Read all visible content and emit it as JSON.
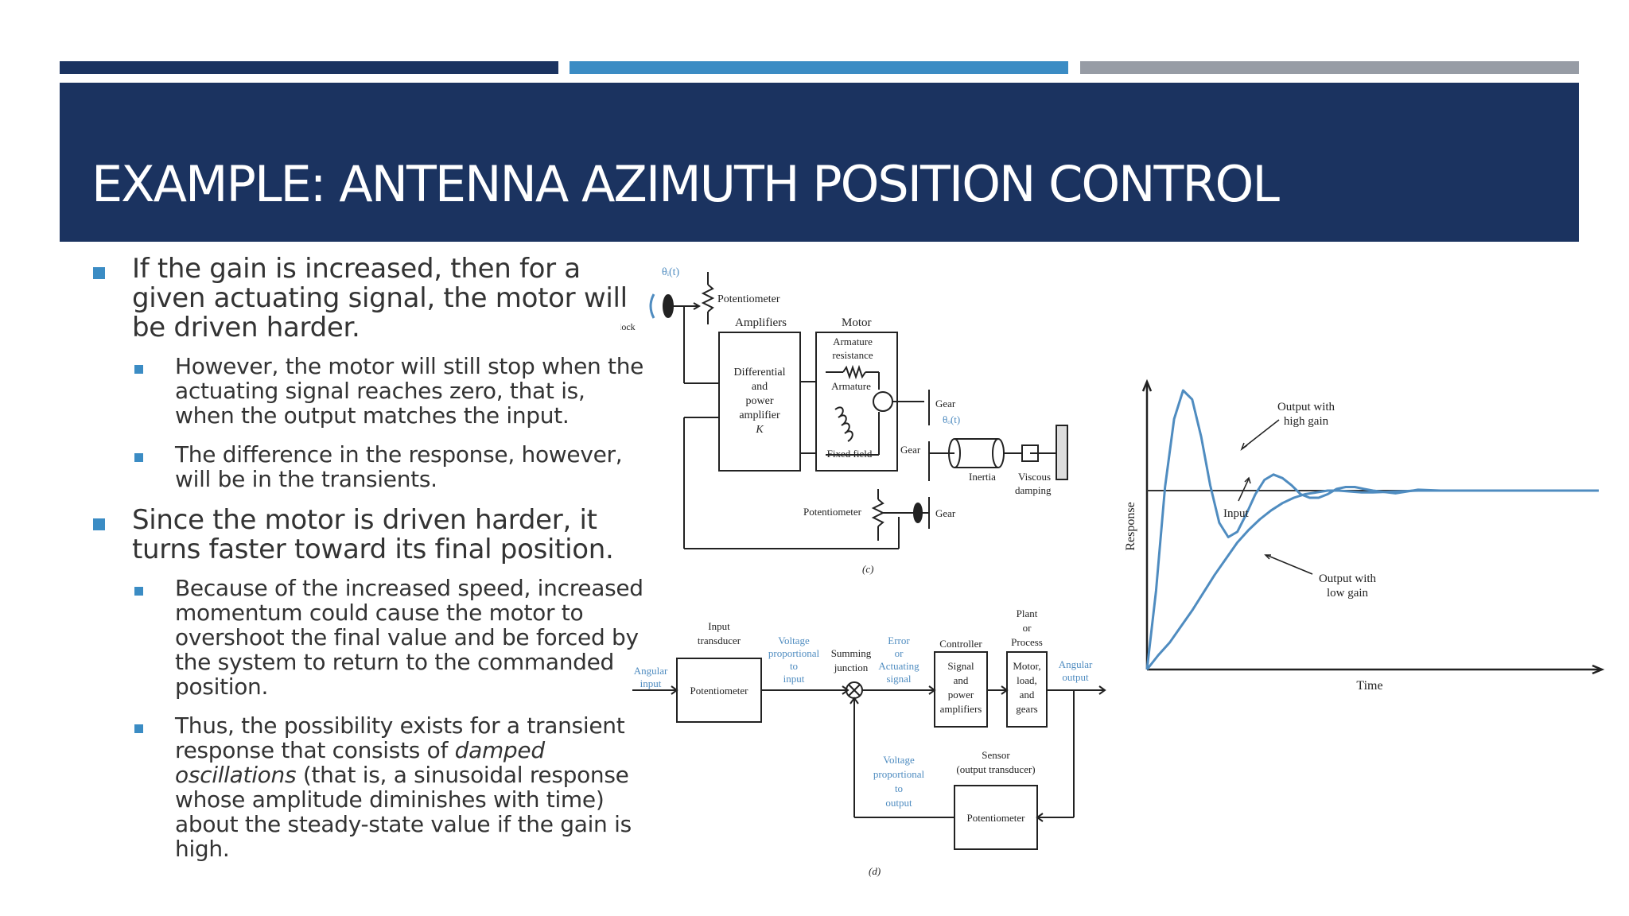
{
  "slide": {
    "title": "EXAMPLE: ANTENNA AZIMUTH POSITION CONTROL",
    "bullets": [
      {
        "level": 1,
        "text": "If the gain is increased, then for a given actuating signal, the motor will be driven harder."
      },
      {
        "level": 2,
        "text": "However, the motor will still stop when the actuating signal reaches zero, that is, when the output matches the input."
      },
      {
        "level": 2,
        "text": "The difference in the response, however, will be in the transients."
      },
      {
        "level": 1,
        "text": "Since the motor is driven harder, it turns faster toward its final position."
      },
      {
        "level": 2,
        "text": "Because of the increased speed, increased momentum could cause the motor to overshoot the final value and be forced by the system to return to the commanded position."
      },
      {
        "level": 2,
        "parts": {
          "before": "Thus, the possibility exists for a transient response that consists of ",
          "emph": "damped oscillations",
          "after": " (that is, a sinusoidal response whose amplitude diminishes with time) about the steady-state value if the gain is high."
        }
      }
    ]
  },
  "colors": {
    "navy": "#1b3360",
    "blue": "#3b8cc4",
    "gray": "#979ca5",
    "diagram_blue": "#4f8cc0"
  },
  "schematic": {
    "theta_i": "θᵢ(t)",
    "theta_o": "θₒ(t)",
    "stub": "lock",
    "pot_top": "Potentiometer",
    "amplifiers": "Amplifiers",
    "motor": "Motor",
    "amp_l1": "Differential",
    "amp_l2": "and",
    "amp_l3": "power",
    "amp_l4": "amplifier",
    "amp_k": "K",
    "arm_res1": "Armature",
    "arm_res2": "resistance",
    "armature": "Armature",
    "fixed_field": "Fixed field",
    "gear1": "Gear",
    "gear2": "Gear",
    "gear3": "Gear",
    "inertia": "Inertia",
    "viscous1": "Viscous",
    "viscous2": "damping",
    "pot_bottom": "Potentiometer",
    "caption": "(c)"
  },
  "block": {
    "angular_input1": "Angular",
    "angular_input2": "input",
    "input_transducer1": "Input",
    "input_transducer2": "transducer",
    "potentiometer": "Potentiometer",
    "vp1": "Voltage",
    "vp2": "proportional",
    "vp3": "to",
    "vp4": "input",
    "summing1": "Summing",
    "summing2": "junction",
    "error1": "Error",
    "error2": "or",
    "error3": "Actuating",
    "error4": "signal",
    "controller": "Controller",
    "ctrl1": "Signal",
    "ctrl2": "and",
    "ctrl3": "power",
    "ctrl4": "amplifiers",
    "plant1": "Plant",
    "plant2": "or",
    "plant3": "Process",
    "pb1": "Motor,",
    "pb2": "load,",
    "pb3": "and",
    "pb4": "gears",
    "angular_output1": "Angular",
    "angular_output2": "output",
    "vo1": "Voltage",
    "vo2": "proportional",
    "vo3": "to",
    "vo4": "output",
    "sensor1": "Sensor",
    "sensor2": "(output transducer)",
    "sensor_box": "Potentiometer",
    "caption": "(d)"
  },
  "chart_data": {
    "type": "line",
    "xlabel": "Time",
    "ylabel": "Response",
    "xlim": [
      0,
      10
    ],
    "ylim": [
      0,
      1.6
    ],
    "grid": false,
    "series": [
      {
        "name": "Input",
        "x": [
          0,
          10
        ],
        "y": [
          1,
          1
        ]
      },
      {
        "name": "Output with high gain",
        "x": [
          0,
          0.2,
          0.4,
          0.6,
          0.8,
          1.0,
          1.2,
          1.4,
          1.6,
          1.8,
          2.0,
          2.2,
          2.4,
          2.6,
          2.8,
          3.0,
          3.2,
          3.4,
          3.6,
          3.8,
          4.0,
          4.2,
          4.4,
          4.6,
          4.8,
          5.0,
          5.5,
          6,
          6.5,
          7,
          7.5,
          8,
          8.5,
          9,
          9.5,
          10
        ],
        "y": [
          0,
          0.44,
          1.02,
          1.4,
          1.56,
          1.51,
          1.3,
          1.03,
          0.82,
          0.74,
          0.77,
          0.87,
          0.98,
          1.06,
          1.09,
          1.07,
          1.03,
          0.98,
          0.96,
          0.96,
          0.98,
          1.01,
          1.02,
          1.02,
          1.01,
          1.0,
          0.985,
          1.005,
          1.0,
          1.0,
          1.0,
          1.0,
          1.0,
          1.0,
          1.0,
          1.0
        ],
        "annotation": "Output with high gain"
      },
      {
        "name": "Output with low gain",
        "x": [
          0,
          0.25,
          0.5,
          0.75,
          1.0,
          1.25,
          1.5,
          1.75,
          2.0,
          2.25,
          2.5,
          2.75,
          3.0,
          3.25,
          3.5,
          3.75,
          4.0,
          4.25,
          4.5,
          4.75,
          5.0,
          5.5,
          6,
          6.5,
          7,
          7.5,
          8,
          8.5,
          9,
          9.5,
          10
        ],
        "y": [
          0,
          0.08,
          0.15,
          0.24,
          0.33,
          0.43,
          0.53,
          0.62,
          0.71,
          0.78,
          0.84,
          0.89,
          0.93,
          0.96,
          0.98,
          0.99,
          1.0,
          1.0,
          0.995,
          0.99,
          0.99,
          0.995,
          1.0,
          1.0,
          1.0,
          1.0,
          1.0,
          1.0,
          1.0,
          1.0,
          1.0
        ],
        "annotation": "Output with low gain"
      }
    ]
  }
}
